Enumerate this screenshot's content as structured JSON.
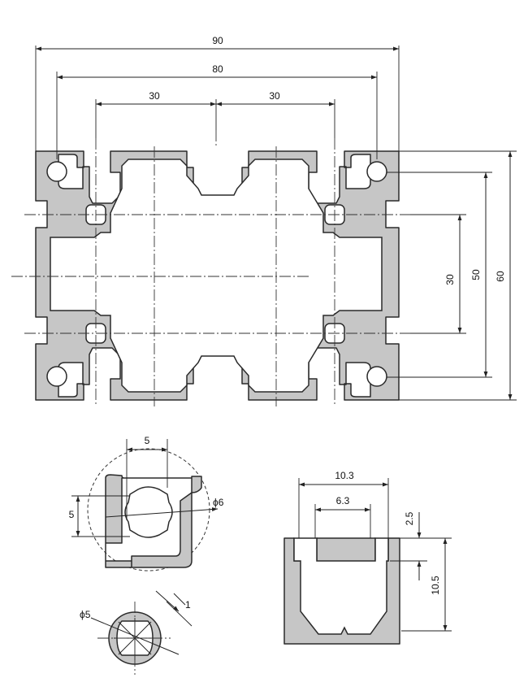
{
  "main_profile": {
    "dims": {
      "width_total": "90",
      "width_inner": "80",
      "pitch_left": "30",
      "pitch_right": "30",
      "height_total": "60",
      "height_inner": "50",
      "height_pitch": "30"
    }
  },
  "detail_core": {
    "width": "5",
    "height": "5",
    "diameter": "ϕ6"
  },
  "detail_corner": {
    "diameter": "ϕ5",
    "wall": "1"
  },
  "detail_slot": {
    "opening_outer": "10.3",
    "opening_inner": "6.3",
    "lip": "2.5",
    "depth": "10.5"
  },
  "colors": {
    "section_fill": "#c6c6c6",
    "line": "#2a2a2a"
  }
}
